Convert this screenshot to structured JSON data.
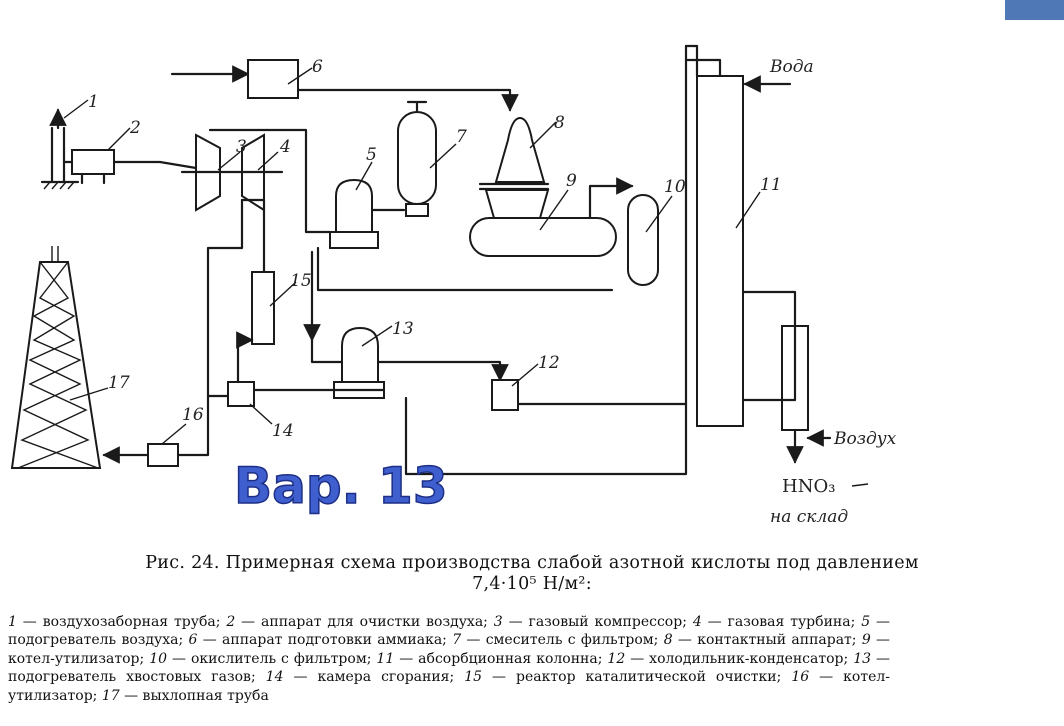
{
  "diagram": {
    "labels": [
      "1",
      "2",
      "3",
      "4",
      "5",
      "6",
      "7",
      "8",
      "9",
      "10",
      "11",
      "12",
      "13",
      "14",
      "15",
      "16",
      "17"
    ],
    "flows": {
      "water": "Вода",
      "air": "Воздух",
      "product_formula": "HNO₃",
      "product_destination": "на склад"
    },
    "badge": "Вар. 13"
  },
  "caption": {
    "title_line1": "Рис. 24. Примерная схема производства слабой азотной кислоты под давлением",
    "title_line2": "7,4·10⁵ Н/м²:",
    "legend": [
      {
        "num": "1",
        "text": "воздухозаборная труба;"
      },
      {
        "num": "2",
        "text": "аппарат для очистки воздуха;"
      },
      {
        "num": "3",
        "text": "газовый компрессор;"
      },
      {
        "num": "4",
        "text": "газовая турбина;"
      },
      {
        "num": "5",
        "text": "подогреватель воздуха;"
      },
      {
        "num": "6",
        "text": "аппарат подготовки аммиака;"
      },
      {
        "num": "7",
        "text": "смеситель с фильтром;"
      },
      {
        "num": "8",
        "text": "контактный аппарат;"
      },
      {
        "num": "9",
        "text": "котел-утилизатор;"
      },
      {
        "num": "10",
        "text": "окислитель с фильтром;"
      },
      {
        "num": "11",
        "text": "абсорбционная колонна;"
      },
      {
        "num": "12",
        "text": "холодильник-конденсатор;"
      },
      {
        "num": "13",
        "text": "подогреватель хвостовых газов;"
      },
      {
        "num": "14",
        "text": "камера сгорания;"
      },
      {
        "num": "15",
        "text": "реактор каталитической очистки;"
      },
      {
        "num": "16",
        "text": "котел-утилизатор;"
      },
      {
        "num": "17",
        "text": "выхлопная труба"
      }
    ]
  },
  "colors": {
    "corner_tab": "#4f78b7",
    "badge_fill": "#3f5fcf",
    "badge_stroke": "#1d2f86",
    "line": "#1a1a1a"
  }
}
